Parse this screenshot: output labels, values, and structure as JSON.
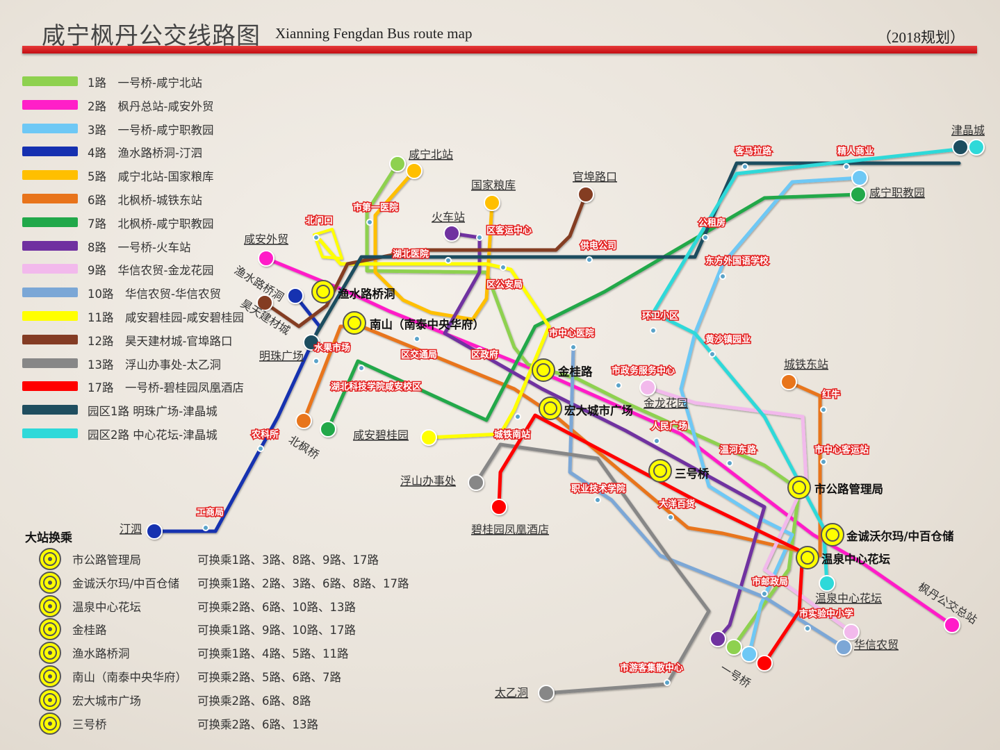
{
  "header": {
    "title_cn": "咸宁枫丹公交线路图",
    "title_en": "Xianning Fengdan Bus route map",
    "year": "（2018规划）"
  },
  "legend": [
    {
      "label": "1路　一号桥-咸宁北站",
      "color": "#8ed14f"
    },
    {
      "label": "2路　枫丹总站-咸安外贸",
      "color": "#ff1fc8"
    },
    {
      "label": "3路　一号桥-咸宁职教园",
      "color": "#6ec8f5"
    },
    {
      "label": "4路　渔水路桥洞-汀泗",
      "color": "#1530b0"
    },
    {
      "label": "5路　咸宁北站-国家粮库",
      "color": "#ffbf00"
    },
    {
      "label": "6路　北枫桥-城铁东站",
      "color": "#e8741b"
    },
    {
      "label": "7路　北枫桥-咸宁职教园",
      "color": "#21a84a"
    },
    {
      "label": "8路　一号桥-火车站",
      "color": "#7030a0"
    },
    {
      "label": "9路　华信农贸-金龙花园",
      "color": "#f2b9ec"
    },
    {
      "label": "10路　华信农贸-华信农贸",
      "color": "#7ba7d6"
    },
    {
      "label": "11路　咸安碧桂园-咸安碧桂园",
      "color": "#ffff00"
    },
    {
      "label": "12路　昊天建材城-官埠路口",
      "color": "#843c24"
    },
    {
      "label": "13路　浮山办事处-太乙洞",
      "color": "#878787"
    },
    {
      "label": "17路　一号桥-碧桂园凤凰酒店",
      "color": "#ff0000"
    },
    {
      "label": "园区1路 明珠广场-津晶城",
      "color": "#1f4e5f"
    },
    {
      "label": "园区2路 中心花坛-津晶城",
      "color": "#2fd9d9"
    }
  ],
  "transfer": {
    "heading": "大站换乘",
    "rows": [
      {
        "name": "市公路管理局",
        "lines": "可换乘1路、3路、8路、9路、17路"
      },
      {
        "name": "金诚沃尔玛/中百仓储",
        "lines": "可换乘1路、2路、3路、6路、8路、17路"
      },
      {
        "name": "温泉中心花坛",
        "lines": "可换乘2路、6路、10路、13路"
      },
      {
        "name": "金桂路",
        "lines": "可换乘1路、9路、10路、17路"
      },
      {
        "name": "渔水路桥洞",
        "lines": "可换乘1路、4路、5路、11路"
      },
      {
        "name": "南山（南泰中央华府）",
        "lines": "可换乘2路、5路、6路、7路"
      },
      {
        "name": "宏大城市广场",
        "lines": "可换乘2路、6路、8路"
      },
      {
        "name": "三号桥",
        "lines": "可换乘2路、6路、13路"
      }
    ]
  },
  "terminals": {
    "xianning_north": "咸宁北站",
    "national_granary": "国家粮库",
    "guanbu_crossing": "官埠路口",
    "railway_station": "火车站",
    "xianan_foreign_trade": "咸安外贸",
    "yushui_tunnel_vertical": "渔水路桥洞",
    "haotian_vertical": "昊天建材城",
    "mingzhu_square": "明珠广场",
    "xianan_biguiyuan": "咸安碧桂园",
    "fushan_office": "浮山办事处",
    "biguiyuan_hotel": "碧桂园凤凰酒店",
    "tingsi": "汀泗",
    "beifeng_bridge": "北枫桥",
    "taiyi_cave": "太乙洞",
    "jinlong_garden": "金龙花园",
    "chengtie_east": "城铁东站",
    "jinjing_city": "津晶城",
    "vocational_park": "咸宁职教园",
    "wenquan_center_terminal": "温泉中心花坛",
    "huaxin_market": "华信农贸",
    "fengdan_terminal": "枫丹公交总站",
    "bridge_one": "一号桥"
  },
  "hubs": {
    "yushui": "渔水路桥洞",
    "nanshan": "南山（南泰中央华府）",
    "jingui": "金桂路",
    "hongda": "宏大城市广场",
    "sanhao": "三号桥",
    "road_bureau": "市公路管理局",
    "walmart": "金诚沃尔玛/中百仓储",
    "wenquan": "温泉中心花坛"
  },
  "stops": {
    "beimenkou": "北门口",
    "shi_first_hospital": "市第一医院",
    "district_passenger": "区客运中心",
    "supply_company": "供电公司",
    "hubei_hospital": "湖北医院",
    "district_public_security": "区公安局",
    "shuiguo_market": "水果市场",
    "district_traffic": "区交通局",
    "district_gov": "区政府",
    "hubei_tech_college": "湖北科技学院咸安校区",
    "nongli_office": "农科所",
    "industry_bureau": "工商局",
    "railway_terminal_stop": "城铁南站",
    "city_center_hospital": "市中心医院",
    "city_gov_service": "市政务服务中心",
    "people_square": "人民广场",
    "vocational_tech": "职业技术学院",
    "dayang_dept": "大洋百货",
    "city_post": "市邮政局",
    "experimental_school": "市实验中小学",
    "tourism_center": "市游客集散中心",
    "hongniu": "红牛",
    "city_center_passenger": "市中心客运站",
    "wenquan_east": "温河东路",
    "huanwei_district": "环卫小区",
    "huangtan_park": "黄沙镇园业",
    "oriental_school": "东方外国语学校",
    "gongtianfang": "公租房",
    "kema_road": "客马拉路",
    "jingren_industry": "精人商业"
  }
}
